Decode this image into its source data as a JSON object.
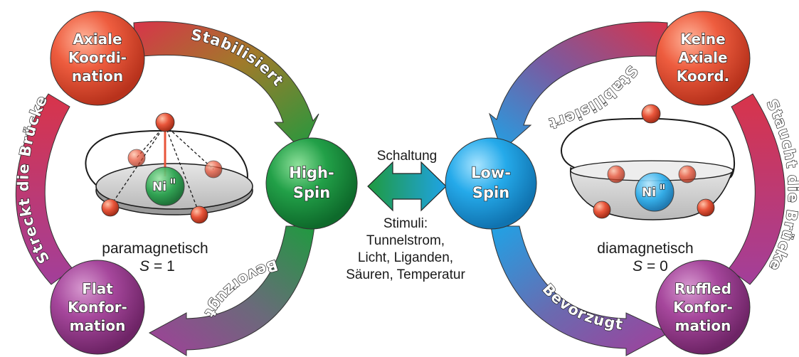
{
  "left": {
    "top_ball": [
      "Axiale",
      "Koordi-",
      "nation"
    ],
    "bottom_ball": [
      "Flat",
      "Konfor-",
      "mation"
    ],
    "arc_top": "Stabilisiert",
    "arc_bottom": "Bevorzugt",
    "arc_side": "Streckt die Brücke",
    "state": "paramagnetisch",
    "spin_var": "S",
    "spin_value": "= 1"
  },
  "right": {
    "top_ball": [
      "Keine",
      "Axiale",
      "Koord."
    ],
    "bottom_ball": [
      "Ruffled",
      "Konfor-",
      "mation"
    ],
    "arc_top": "Stabilisiert",
    "arc_bottom": "Bevorzugt",
    "arc_side": "Staucht die Brücke",
    "state": "diamagnetisch",
    "spin_var": "S",
    "spin_value": "= 0"
  },
  "center": {
    "high_spin": [
      "High-",
      "Spin"
    ],
    "low_spin": [
      "Low-",
      "Spin"
    ],
    "switch_label": "Schaltung",
    "stimuli": [
      "Stimuli:",
      "Tunnelstrom,",
      "Licht, Liganden,",
      "Säuren, Temperatur"
    ]
  },
  "metal": {
    "symbol": "Ni",
    "oxidation": "II"
  },
  "colors": {
    "red_ball": "#e8553a",
    "purple_ball": "#9b3f92",
    "green_ball": "#1f9a3f",
    "blue_ball": "#1fa3e6"
  }
}
